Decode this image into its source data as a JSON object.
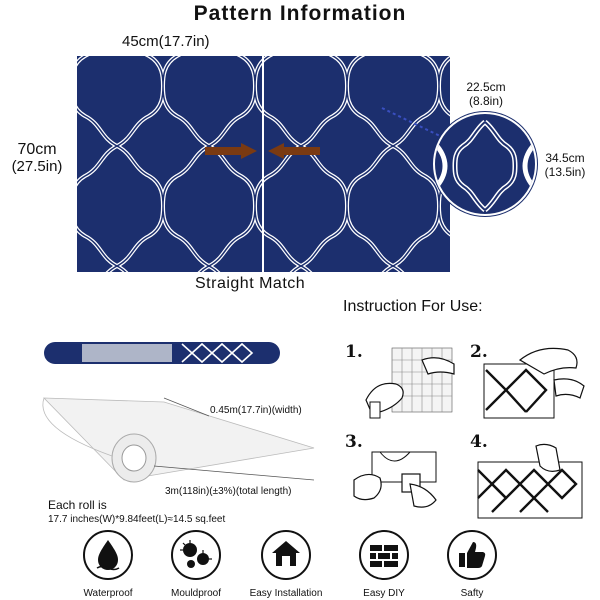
{
  "title": "Pattern Information",
  "dimensions": {
    "width": "45cm(17.7in)",
    "height_cm": "70cm",
    "height_in": "(27.5in)",
    "circle_width_cm": "22.5cm",
    "circle_width_in": "(8.8in)",
    "circle_height_cm": "34.5cm",
    "circle_height_in": "(13.5in)"
  },
  "match_label": "Straight Match",
  "instructions": {
    "title": "Instruction For Use:",
    "steps": [
      "1.",
      "2.",
      "3.",
      "4."
    ]
  },
  "roll": {
    "width_label": "0.45m(17.7in)(width)",
    "length_label": "3m(118in)(±3%)(total length)",
    "each_roll": "Each roll is",
    "each_roll_detail": "17.7 inches(W)*9.84feet(L)≈14.5 sq.feet"
  },
  "features": [
    {
      "label": "Waterproof",
      "icon": "water-drop-icon"
    },
    {
      "label": "Mouldproof",
      "icon": "mold-spores-icon"
    },
    {
      "label": "Easy Installation",
      "icon": "house-icon"
    },
    {
      "label": "Easy DIY",
      "icon": "brick-wall-icon"
    },
    {
      "label": "Safty",
      "icon": "thumbs-up-icon"
    }
  ],
  "colors": {
    "pattern_blue": "#1c2f6e",
    "arrow_brown": "#7a3a12",
    "pattern_line": "#ffffff"
  }
}
